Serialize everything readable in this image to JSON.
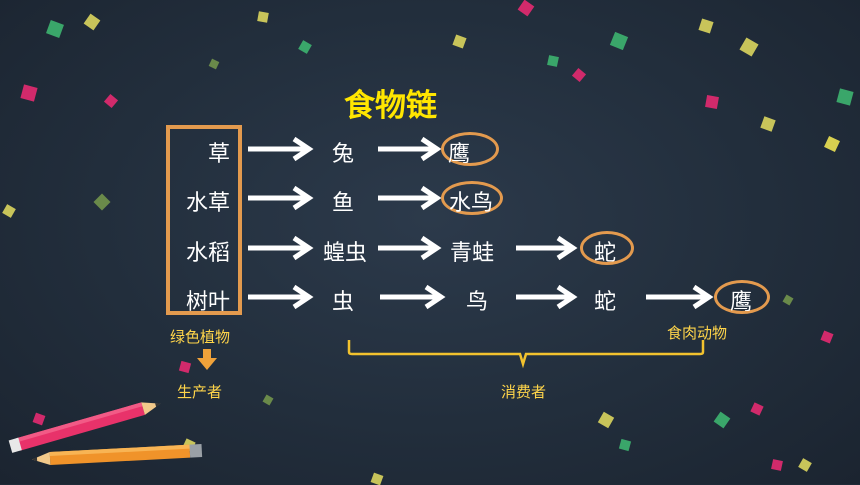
{
  "title": "食物链",
  "producers": [
    "草",
    "水草",
    "水稻",
    "树叶"
  ],
  "chains": [
    [
      "兔",
      "鹰"
    ],
    [
      "鱼",
      "水鸟"
    ],
    [
      "蝗虫",
      "青蛙",
      "蛇"
    ],
    [
      "虫",
      "鸟",
      "蛇",
      "鹰"
    ]
  ],
  "labels": {
    "green_plants": "绿色植物",
    "producer": "生产者",
    "consumer": "消费者",
    "carnivore": "食肉动物"
  },
  "colors": {
    "title": "#ffe600",
    "box": "#e39a4e",
    "label": "#ffd54a",
    "bracket": "#f2c22e",
    "background": "#222e3c"
  }
}
